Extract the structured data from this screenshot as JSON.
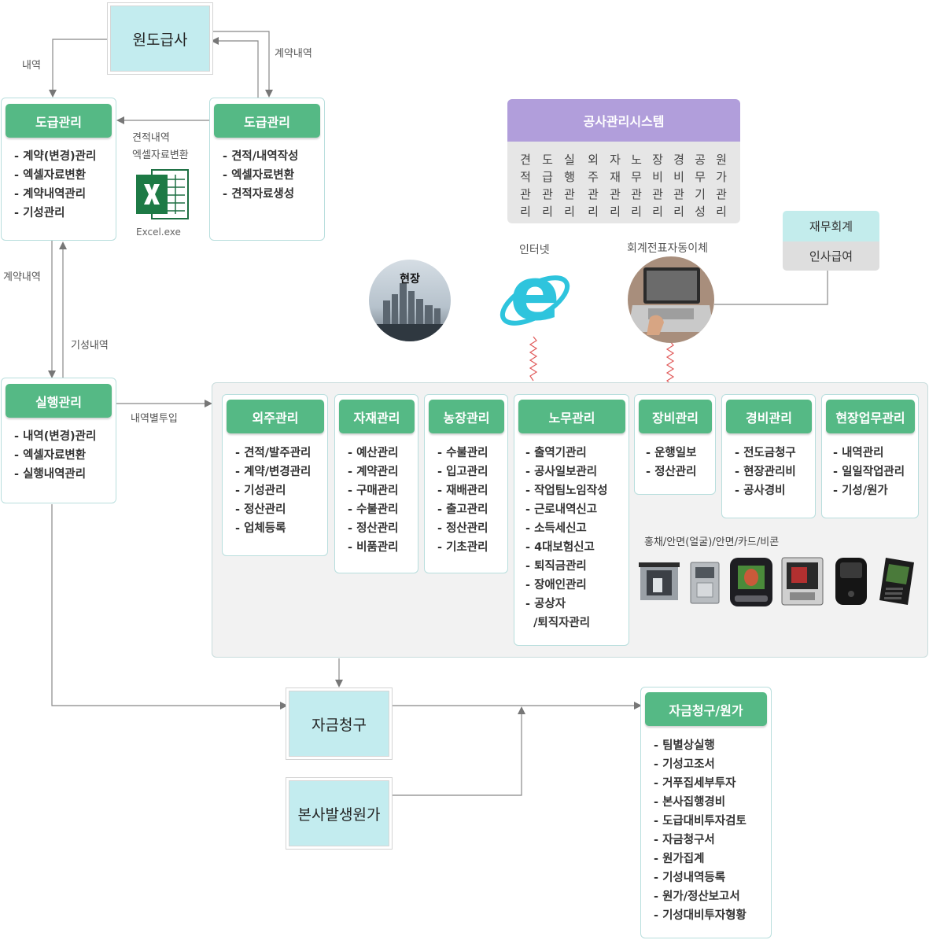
{
  "colors": {
    "green": "#55b985",
    "cyan": "#c3ecef",
    "purple": "#b19edb",
    "panel_border": "#b8dedd",
    "arrow": "#777777",
    "wave": "#e05a5a"
  },
  "top": {
    "contractor": "원도급사"
  },
  "labels": {
    "naeyeok": "내역",
    "contract_detail_top": "계약내역",
    "quote_detail": "견적내역",
    "excel_convert": "엑셀자료변환",
    "excel_exe": "Excel.exe",
    "contract_detail_left": "계약내역",
    "progress_detail": "기성내역",
    "input_by_item": "내역별투입",
    "internet": "인터넷",
    "auto_transfer": "회계전표자동이체",
    "site": "현장",
    "devices": "홍채/안면(얼굴)/안면/카드/비콘"
  },
  "subcontract_left": {
    "title": "도급관리",
    "items": [
      "- 계약(변경)관리",
      "- 엑셀자료변환",
      "- 계약내역관리",
      "- 기성관리"
    ]
  },
  "subcontract_right": {
    "title": "도급관리",
    "items": [
      "- 견적/내역작성",
      "- 엑셀자료변환",
      "- 견적자료생성"
    ]
  },
  "execution": {
    "title": "실행관리",
    "items": [
      "- 내역(변경)관리",
      "- 엑셀자료변환",
      "- 실행내역관리"
    ]
  },
  "system": {
    "title": "공사관리시스템",
    "columns": [
      [
        "견",
        "적",
        "관",
        "리"
      ],
      [
        "도",
        "급",
        "관",
        "리"
      ],
      [
        "실",
        "행",
        "관",
        "리"
      ],
      [
        "외",
        "주",
        "관",
        "리"
      ],
      [
        "자",
        "재",
        "관",
        "리"
      ],
      [
        "노",
        "무",
        "관",
        "리"
      ],
      [
        "장",
        "비",
        "관",
        "리"
      ],
      [
        "경",
        "비",
        "관",
        "리"
      ],
      [
        "공",
        "무",
        "기",
        "성"
      ],
      [
        "원",
        "가",
        "관",
        "리"
      ]
    ]
  },
  "finance": {
    "top": "재무회계",
    "bottom": "인사급여"
  },
  "modules": [
    {
      "title": "외주관리",
      "items": [
        "- 견적/발주관리",
        "- 계약/변경관리",
        "- 기성관리",
        "- 정산관리",
        "- 업체등록"
      ]
    },
    {
      "title": "자재관리",
      "items": [
        "- 예산관리",
        "- 계약관리",
        "- 구매관리",
        "- 수불관리",
        "- 정산관리",
        "- 비품관리"
      ]
    },
    {
      "title": "농장관리",
      "items": [
        "- 수불관리",
        "- 입고관리",
        "- 재배관리",
        "- 출고관리",
        "- 정산관리",
        "- 기초관리"
      ]
    },
    {
      "title": "노무관리",
      "items": [
        "- 출역기관리",
        "- 공사일보관리",
        "- 작업팀노임작성",
        "- 근로내역신고",
        "- 소득세신고",
        "- 4대보험신고",
        "- 퇴직금관리",
        "- 장애인관리",
        "- 공상자",
        "  /퇴직자관리"
      ]
    },
    {
      "title": "장비관리",
      "items": [
        "- 운행일보",
        "- 정산관리"
      ]
    },
    {
      "title": "경비관리",
      "items": [
        "- 전도금청구",
        "- 현장관리비",
        "- 공사경비"
      ]
    },
    {
      "title": "현장업무관리",
      "items": [
        "- 내역관리",
        "- 일일작업관리",
        "- 기성/원가"
      ]
    }
  ],
  "claim": "자금청구",
  "hq_cost": "본사발생원가",
  "claim_cost": {
    "title": "자금청구/원가",
    "items": [
      "- 팀별상실행",
      "- 기성고조서",
      "- 거푸집세부투자",
      "- 본사집행경비",
      "- 도급대비투자검토",
      "- 자금청구서",
      "- 원가집계",
      "- 기성내역등록",
      "- 원가/정산보고서",
      "- 기성대비투자형황"
    ]
  }
}
